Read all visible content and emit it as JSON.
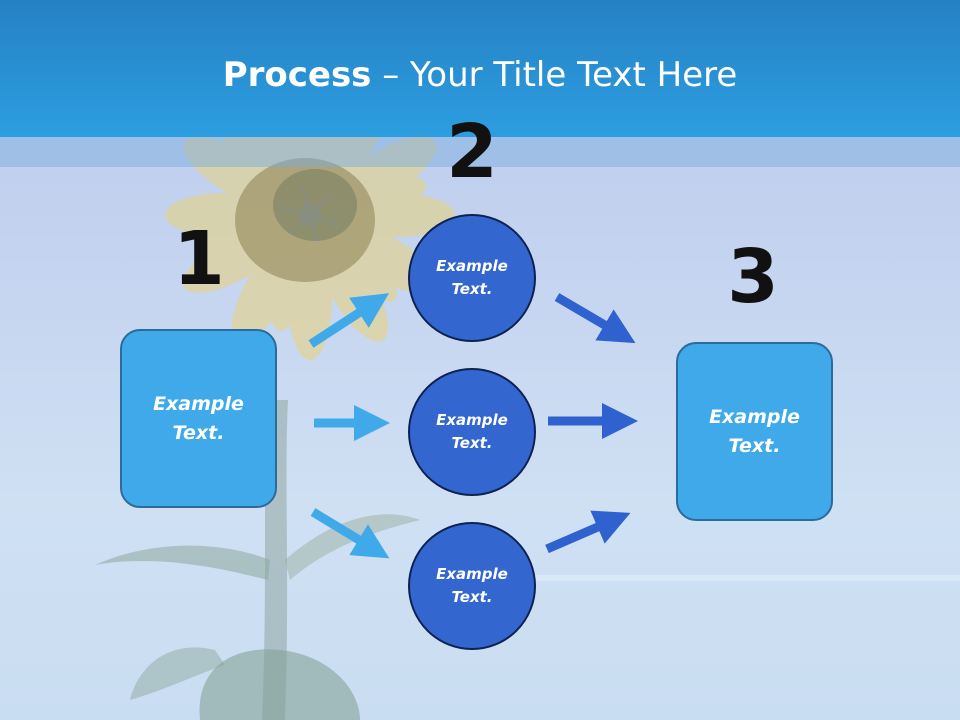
{
  "slide": {
    "title_bold": "Process",
    "title_rest": " – Your Title Text Here",
    "steps": [
      {
        "number": "1",
        "text": "Example\nText."
      },
      {
        "number": "2",
        "nodes": [
          "Example\nText.",
          "Example\nText.",
          "Example\nText."
        ]
      },
      {
        "number": "3",
        "text": "Example\nText."
      }
    ]
  },
  "colors": {
    "title_bar": "#2c9ee0",
    "box_fill": "#3fa9ea",
    "circle_fill": "#3466cf",
    "arrow_light": "#3fa9ea",
    "arrow_dark": "#2f62cf"
  }
}
